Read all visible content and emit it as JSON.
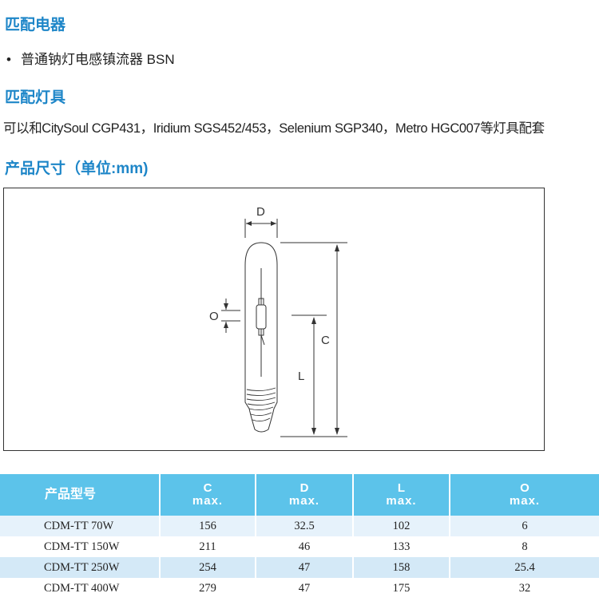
{
  "section1": {
    "title": "匹配电器",
    "bullet": "•",
    "item": "普通钠灯电感镇流器 BSN"
  },
  "section2": {
    "title": "匹配灯具",
    "text": "可以和CitySoul CGP431，Iridium SGS452/453，Selenium SGP340，Metro HGC007等灯具配套"
  },
  "section3": {
    "title": "产品尺寸（单位:mm)"
  },
  "diagram": {
    "label_d": "D",
    "label_o": "O",
    "label_c": "C",
    "label_l": "L"
  },
  "table": {
    "headers": [
      {
        "main": "产品型号",
        "sub": ""
      },
      {
        "main": "C",
        "sub": "max."
      },
      {
        "main": "D",
        "sub": "max."
      },
      {
        "main": "L",
        "sub": "max."
      },
      {
        "main": "O",
        "sub": "max."
      }
    ],
    "rows": [
      [
        "CDM-TT 70W",
        "156",
        "32.5",
        "102",
        "6"
      ],
      [
        "CDM-TT 150W",
        "211",
        "46",
        "133",
        "8"
      ],
      [
        "CDM-TT 250W",
        "254",
        "47",
        "158",
        "25.4"
      ],
      [
        "CDM-TT 400W",
        "279",
        "47",
        "175",
        "32"
      ]
    ]
  }
}
